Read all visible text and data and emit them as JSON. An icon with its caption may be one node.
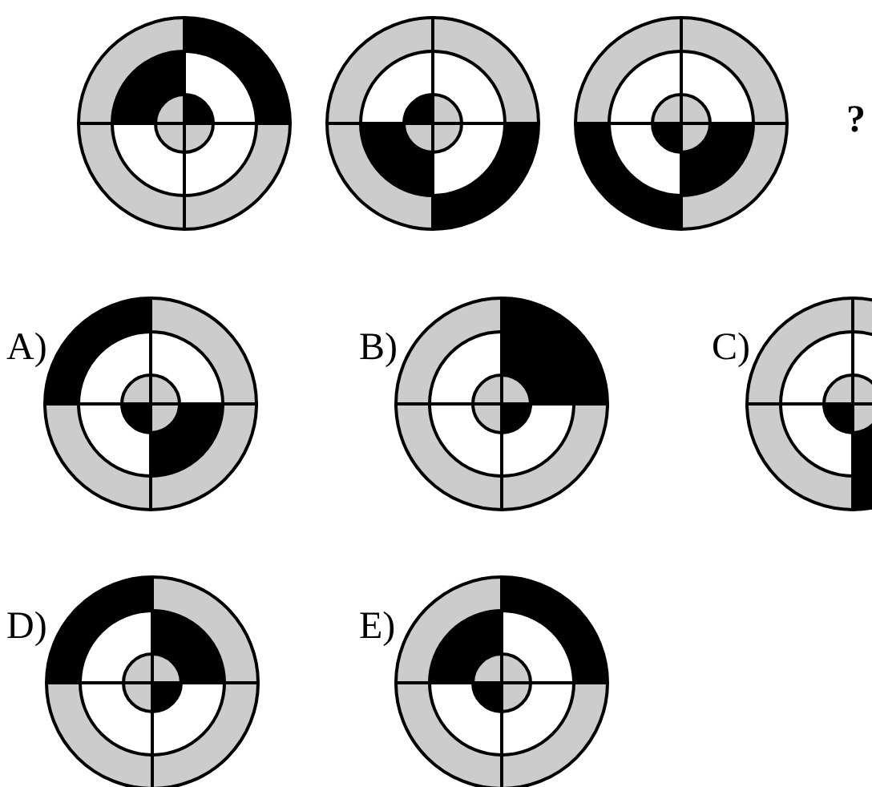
{
  "diagram": {
    "labels": [
      "?",
      "A)",
      "B)",
      "C)",
      "D)",
      "E)"
    ]
  }
}
